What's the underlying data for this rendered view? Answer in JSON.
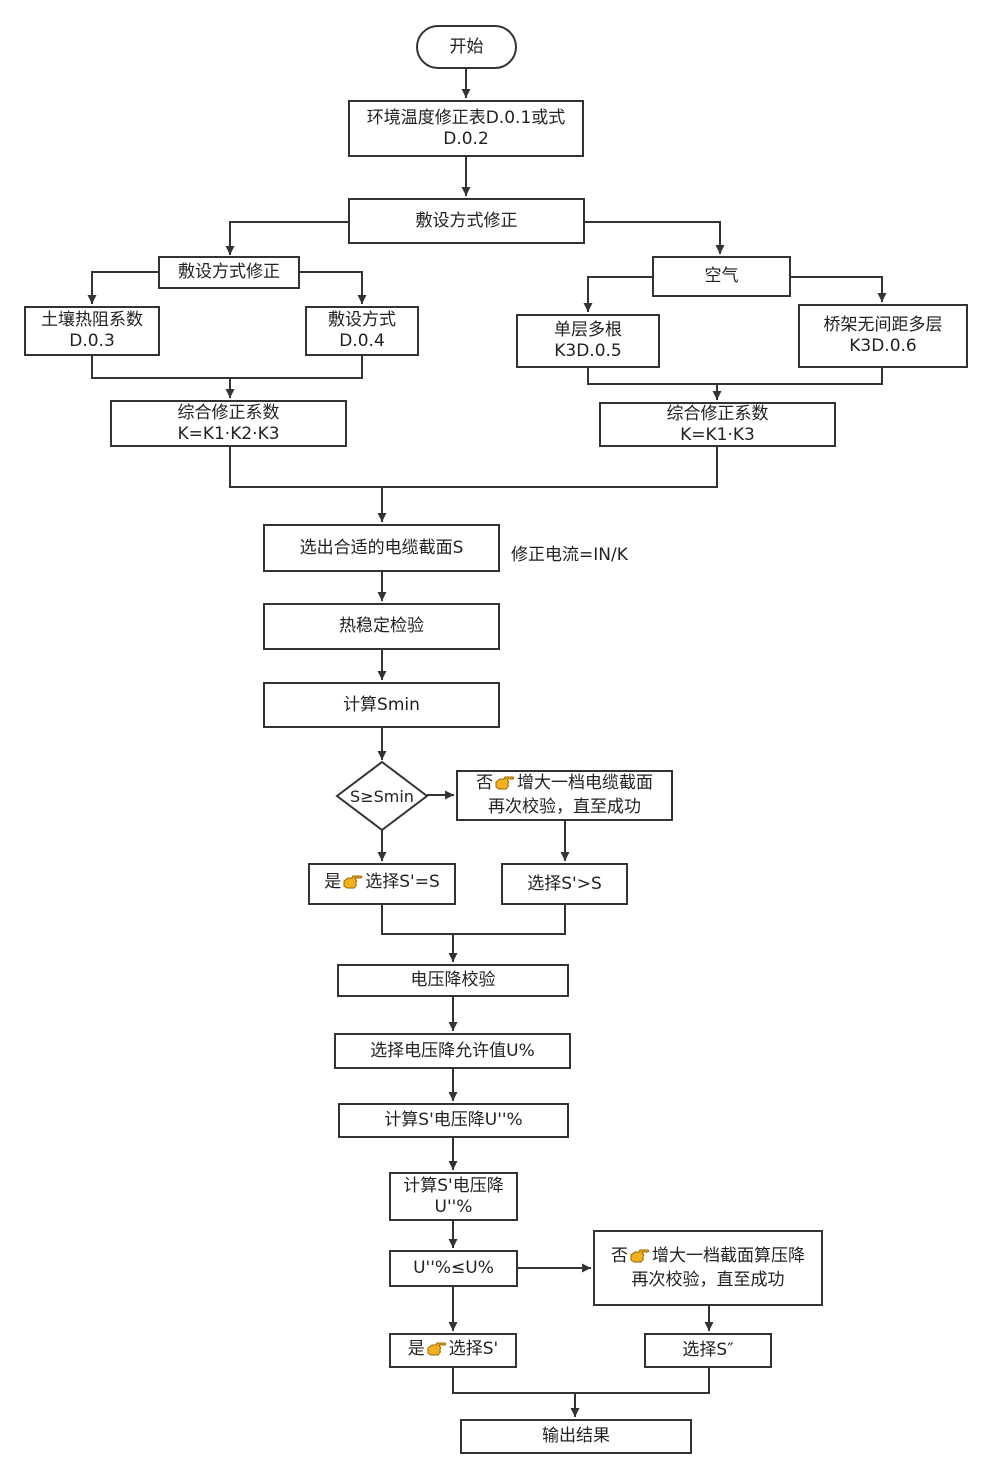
{
  "colors": {
    "line": "#333333",
    "hand_fill": "#f2b01e",
    "hand_stroke": "#9a6400"
  },
  "hand_icon": "pointing-hand-icon",
  "nodes": {
    "start": "开始",
    "env_temp": "环境温度修正表D.0.1或式D.0.2",
    "laying_fix": "敷设方式修正",
    "laying_fix_left": "敷设方式修正",
    "air": "空气",
    "soil": "土壤热阻系数D.0.3",
    "laying_method": "敷设方式D.0.4",
    "single_layer": "单层多根K3D.0.5",
    "tray": "桥架无间距多层K3D.0.6",
    "combo_left_title": "综合修正系数",
    "combo_left_formula": "K=K1·K2·K3",
    "combo_right_title": "综合修正系数",
    "combo_right_formula": "K=K1·K3",
    "select_section": "选出合适的电缆截面S",
    "corrected_current": "修正电流=IN/K",
    "thermal_check": "热稳定检验",
    "calc_smin": "计算Smin",
    "decision_smin": "S≥Smin",
    "no1_prefix": "否",
    "no1_text": "增大一档电缆截面再次校验，直至成功",
    "yes1_prefix": "是",
    "yes1_text": "选择S'=S",
    "choose_larger": "选择S'>S",
    "voltage_check": "电压降校验",
    "allowable_drop": "选择电压降允许值U%",
    "calc_drop_1": "计算S'电压降U''%",
    "calc_drop_2": "计算S'电压降U''%",
    "decision_drop": "U''%≤U%",
    "no2_prefix": "否",
    "no2_text": "增大一档截面算压降再次校验，直至成功",
    "yes2_prefix": "是",
    "yes2_text": "选择S'",
    "choose_s2": "选择S″",
    "output": "输出结果"
  }
}
